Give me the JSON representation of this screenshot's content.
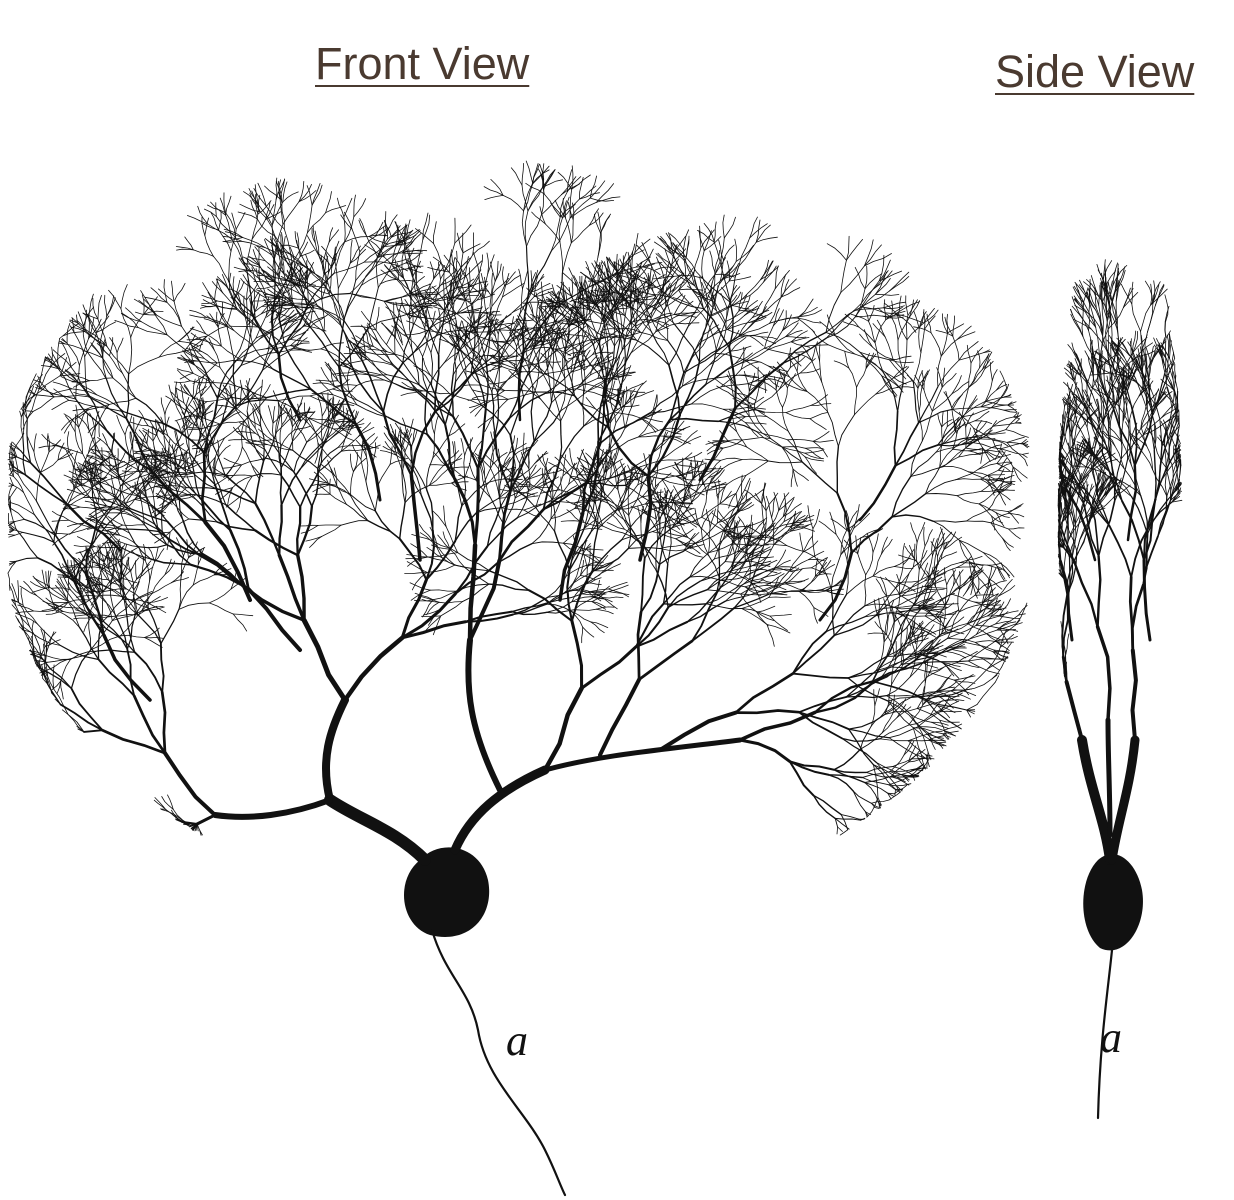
{
  "front_view": {
    "title": "Front View",
    "axon_label": "a"
  },
  "side_view": {
    "title": "Side View",
    "axon_label": "a"
  },
  "colors": {
    "ink": "#111111",
    "title": "#4a3a30",
    "background": "#ffffff"
  }
}
